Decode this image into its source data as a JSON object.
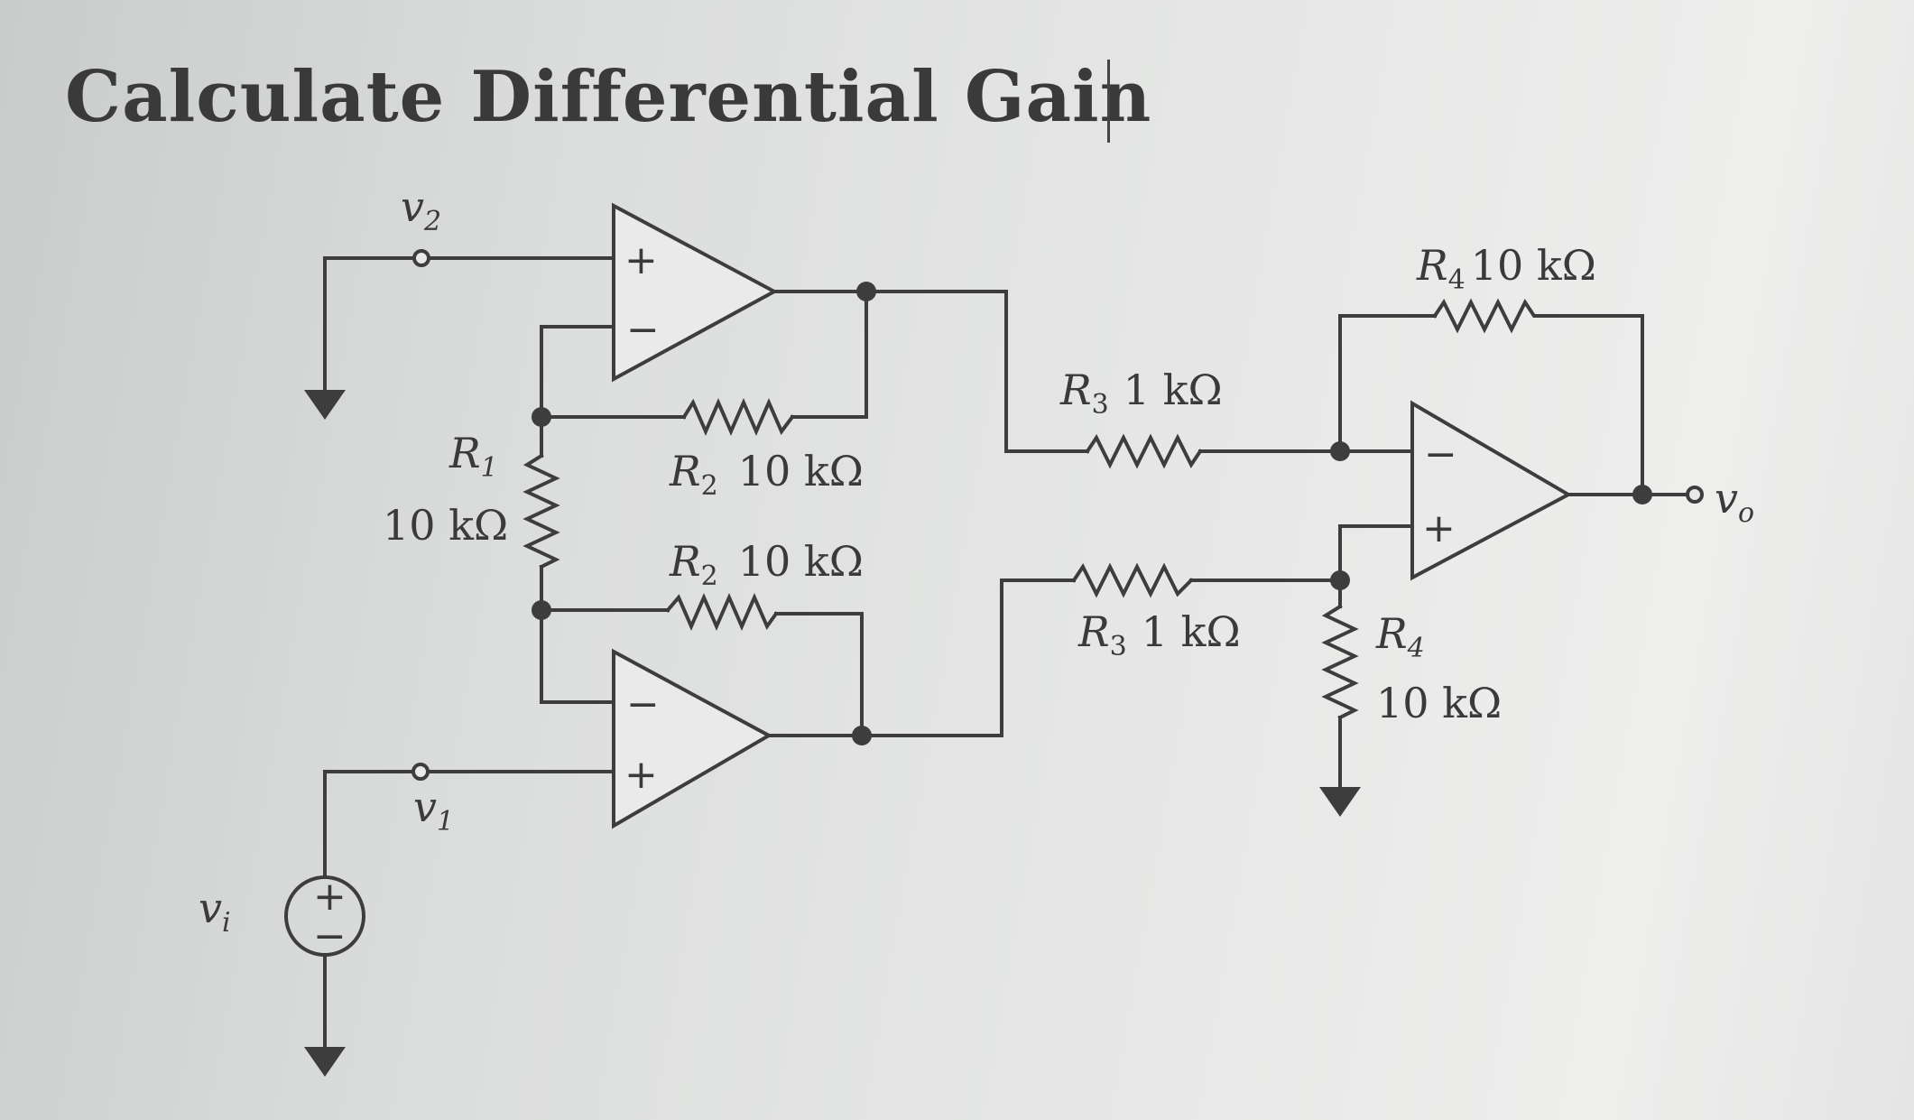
{
  "title": "Calculate Differential Gain",
  "labels": {
    "v2": "v",
    "v2_sub": "2",
    "v1": "v",
    "v1_sub": "1",
    "vi": "v",
    "vi_sub": "i",
    "vo": "v",
    "vo_sub": "o",
    "r1_name": "R",
    "r1_sub": "1",
    "r1_value": "10 kΩ",
    "r2_top_name": "R",
    "r2_top_sub": "2",
    "r2_top_value": "10 kΩ",
    "r2_bot_name": "R",
    "r2_bot_sub": "2",
    "r2_bot_value": "10 kΩ",
    "r3_top_name": "R",
    "r3_top_sub": "3",
    "r3_top_value": "1 kΩ",
    "r3_bot_name": "R",
    "r3_bot_sub": "3",
    "r3_bot_value": "1 kΩ",
    "r4_top_name": "R",
    "r4_top_sub": "4",
    "r4_top_value": "10 kΩ",
    "r4_bot_name": "R",
    "r4_bot_sub": "4",
    "r4_bot_value": "10 kΩ",
    "plus": "+",
    "minus": "−"
  }
}
